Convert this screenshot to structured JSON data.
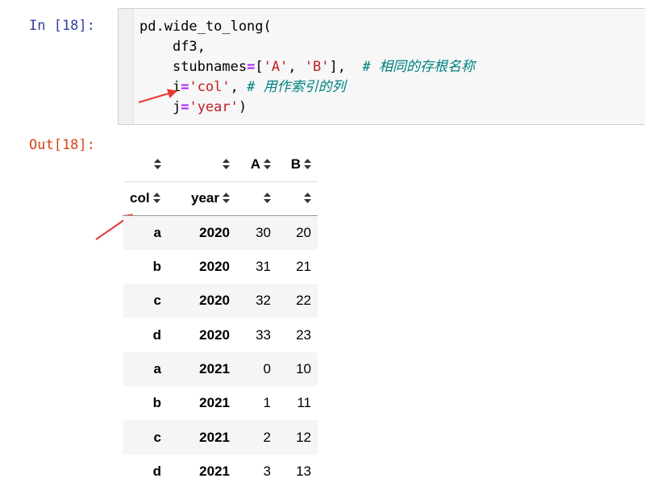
{
  "cell": {
    "in_prompt": "In [18]:",
    "out_prompt": "Out[18]:",
    "code": {
      "line1": {
        "fn": "pd.wide_to_long("
      },
      "line2": {
        "arg": "df3,"
      },
      "line3": {
        "name": "stubnames",
        "eq": "=",
        "open": "[",
        "s1": "'A'",
        "sep": ", ",
        "s2": "'B'",
        "close": "],",
        "comment": "# 相同的存根名称"
      },
      "line4": {
        "name": "i",
        "eq": "=",
        "s1": "'col'",
        "sep": ", ",
        "comment": "# 用作索引的列"
      },
      "line5": {
        "name": "j",
        "eq": "=",
        "s1": "'year'",
        "close": ")"
      }
    }
  },
  "table": {
    "columns": [
      "A",
      "B"
    ],
    "index_names": [
      "col",
      "year"
    ],
    "rows": [
      {
        "col": "a",
        "year": "2020",
        "A": "30",
        "B": "20"
      },
      {
        "col": "b",
        "year": "2020",
        "A": "31",
        "B": "21"
      },
      {
        "col": "c",
        "year": "2020",
        "A": "32",
        "B": "22"
      },
      {
        "col": "d",
        "year": "2020",
        "A": "33",
        "B": "23"
      },
      {
        "col": "a",
        "year": "2021",
        "A": "0",
        "B": "10"
      },
      {
        "col": "b",
        "year": "2021",
        "A": "1",
        "B": "11"
      },
      {
        "col": "c",
        "year": "2021",
        "A": "2",
        "B": "12"
      },
      {
        "col": "d",
        "year": "2021",
        "A": "3",
        "B": "13"
      }
    ]
  },
  "colors": {
    "in_prompt": "#303f9f",
    "out_prompt": "#d84315",
    "operator": "#aa22ff",
    "string": "#ba2121",
    "comment": "#008080",
    "annotation_arrow": "#e53935"
  },
  "icons": {
    "collapse": "caret-down-icon",
    "sort": "sort-arrows-icon",
    "annotation": "red-arrow-icon"
  }
}
